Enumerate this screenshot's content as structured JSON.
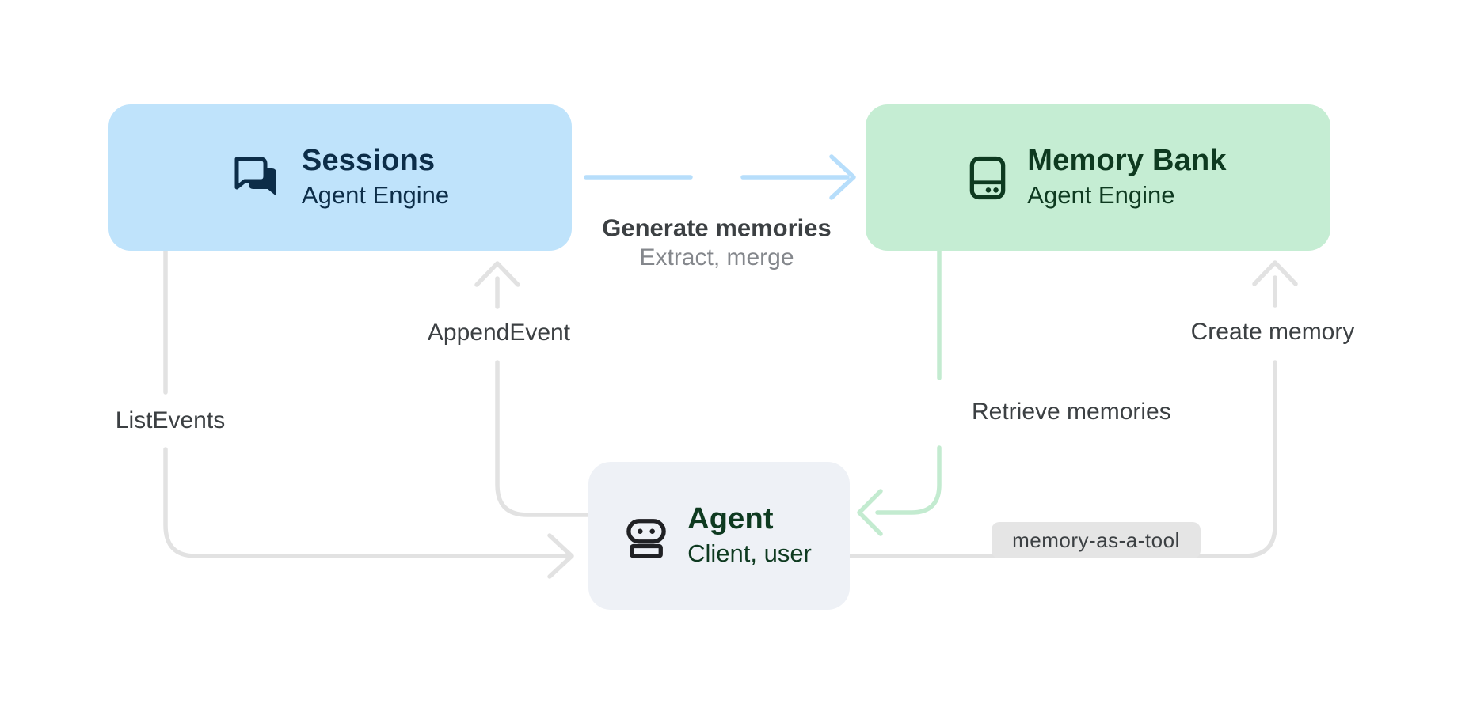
{
  "diagram": {
    "nodes": {
      "sessions": {
        "title": "Sessions",
        "subtitle": "Agent Engine",
        "icon": "chat-bubbles-icon"
      },
      "memory_bank": {
        "title": "Memory Bank",
        "subtitle": "Agent Engine",
        "icon": "memory-storage-icon"
      },
      "agent": {
        "title": "Agent",
        "subtitle": "Client, user",
        "icon": "robot-icon"
      }
    },
    "edges": {
      "generate_memories": {
        "label": "Generate memories",
        "sublabel": "Extract, merge"
      },
      "append_event": {
        "label": "AppendEvent"
      },
      "list_events": {
        "label": "ListEvents"
      },
      "retrieve_memories": {
        "label": "Retrieve memories"
      },
      "create_memory": {
        "label": "Create memory"
      },
      "memory_as_a_tool": {
        "label": "memory-as-a-tool"
      }
    },
    "colors": {
      "canvas_bg": "#ffffff",
      "sessions_bg": "#bfe3fb",
      "sessions_fg": "#0c2d48",
      "memory_bank_bg": "#c5edd3",
      "memory_bank_fg": "#0e3a20",
      "agent_bg": "#eef1f6",
      "agent_fg": "#0e3a20",
      "agent_icon": "#202124",
      "blue_edge": "#b7defb",
      "green_edge": "#c3ebd0",
      "gray_edge": "#e2e2e2",
      "label_fg": "#3c4043",
      "sublabel_fg": "#84878c",
      "badge_bg": "#e5e5e5",
      "badge_fg": "#3c4043"
    }
  }
}
